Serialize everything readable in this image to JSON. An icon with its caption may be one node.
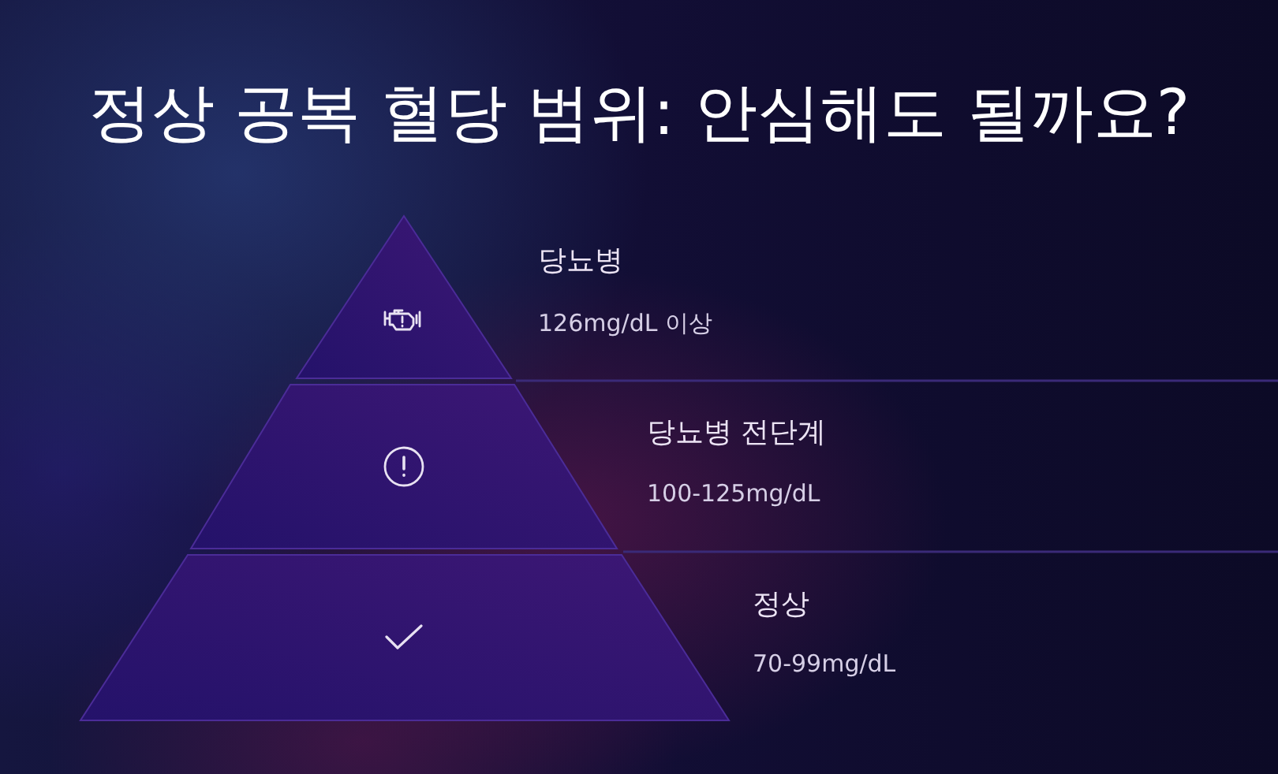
{
  "diagram": {
    "title": "정상 공복 혈당 범위: 안심해도 될까요?",
    "nodes": [
      {
        "text": [
          "당뇨병",
          "126mg/dL 이상"
        ]
      },
      {
        "text": [
          "당뇨병 전단계",
          "100-125mg/dL"
        ]
      },
      {
        "text": [
          "정상",
          "70-99mg/dL"
        ]
      }
    ]
  }
}
